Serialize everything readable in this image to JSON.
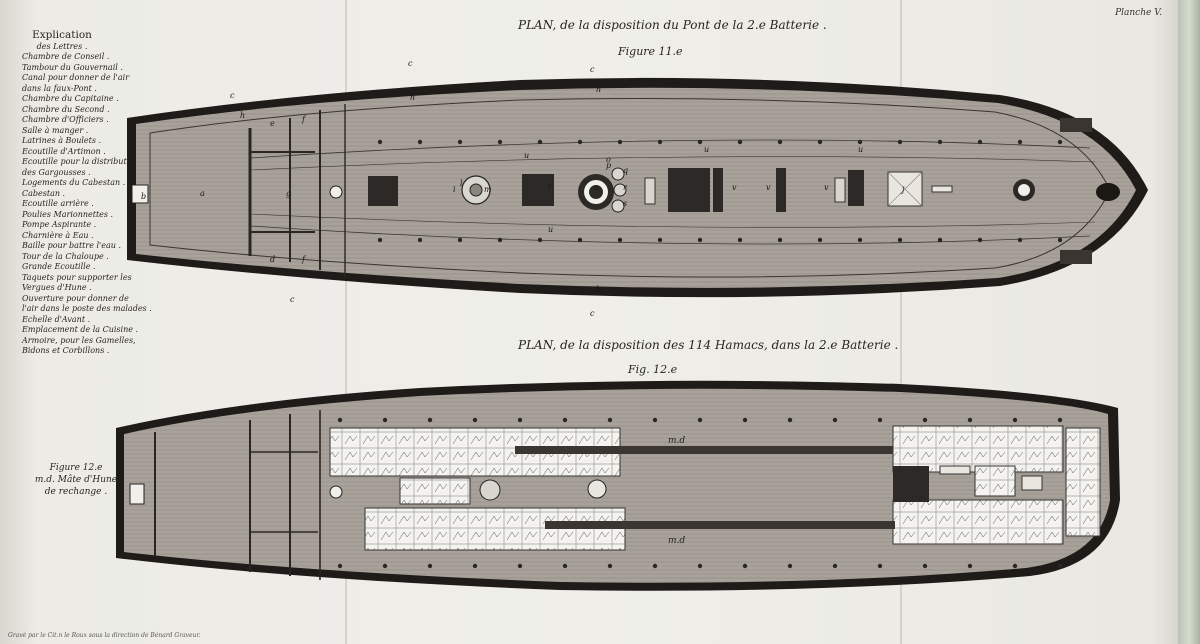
{
  "plate_label": "Planche V.",
  "figure11": {
    "title": "PLAN, de la disposition du Pont de la 2.e Batterie .",
    "figure_label": "Figure 11.e",
    "letters": [
      "a",
      "b",
      "c",
      "d",
      "e",
      "f",
      "g",
      "h",
      "i",
      "j",
      "l",
      "m",
      "n",
      "o",
      "p",
      "q",
      "r",
      "s",
      "t",
      "u",
      "v"
    ]
  },
  "figure12": {
    "title": "PLAN, de la disposition des 114 Hamacs, dans la 2.e Batterie .",
    "figure_label": "Fig. 12.e",
    "mast_label": "m.d",
    "caption_title": "Figure 12.e",
    "caption_text": "m.d. Mâte d'Hune de rechange ."
  },
  "legend": {
    "heading": "Explication",
    "subheading": "des Lettres .",
    "items": [
      "Chambre de Conseil .",
      "Tambour du Gouvernail .",
      "Canal pour donner de l'air",
      "dans la faux-Pont .",
      "Chambre du Capitaine .",
      "Chambre du Second .",
      "Chambre d'Officiers .",
      "Salle à manger .",
      "Latrines à Boulets .",
      "Ecoutille d'Artimon .",
      "Ecoutille pour la distribution",
      "des Gargousses .",
      "Logements du Cabestan .",
      "Cabestan .",
      "Ecoutille arrière .",
      "Poulies Marionnettes .",
      "Pompe Aspirante .",
      "Charnière à Eau .",
      "Baille pour battre l'eau .",
      "Tour de la Chaloupe .",
      "Grande Ecoutille .",
      "Taquets pour supporter les",
      "Vergues d'Hune .",
      "Ouverture pour donner de",
      "l'air dans le poste des malades .",
      "Echelle d'Avant .",
      "Emplacement de la Cuisine .",
      "Armoire, pour les Gamelles,",
      "Bidons et Corbillons ."
    ]
  },
  "imprint": "Gravé par le Cit.n le Roux sous la direction de Bénard Graveur."
}
